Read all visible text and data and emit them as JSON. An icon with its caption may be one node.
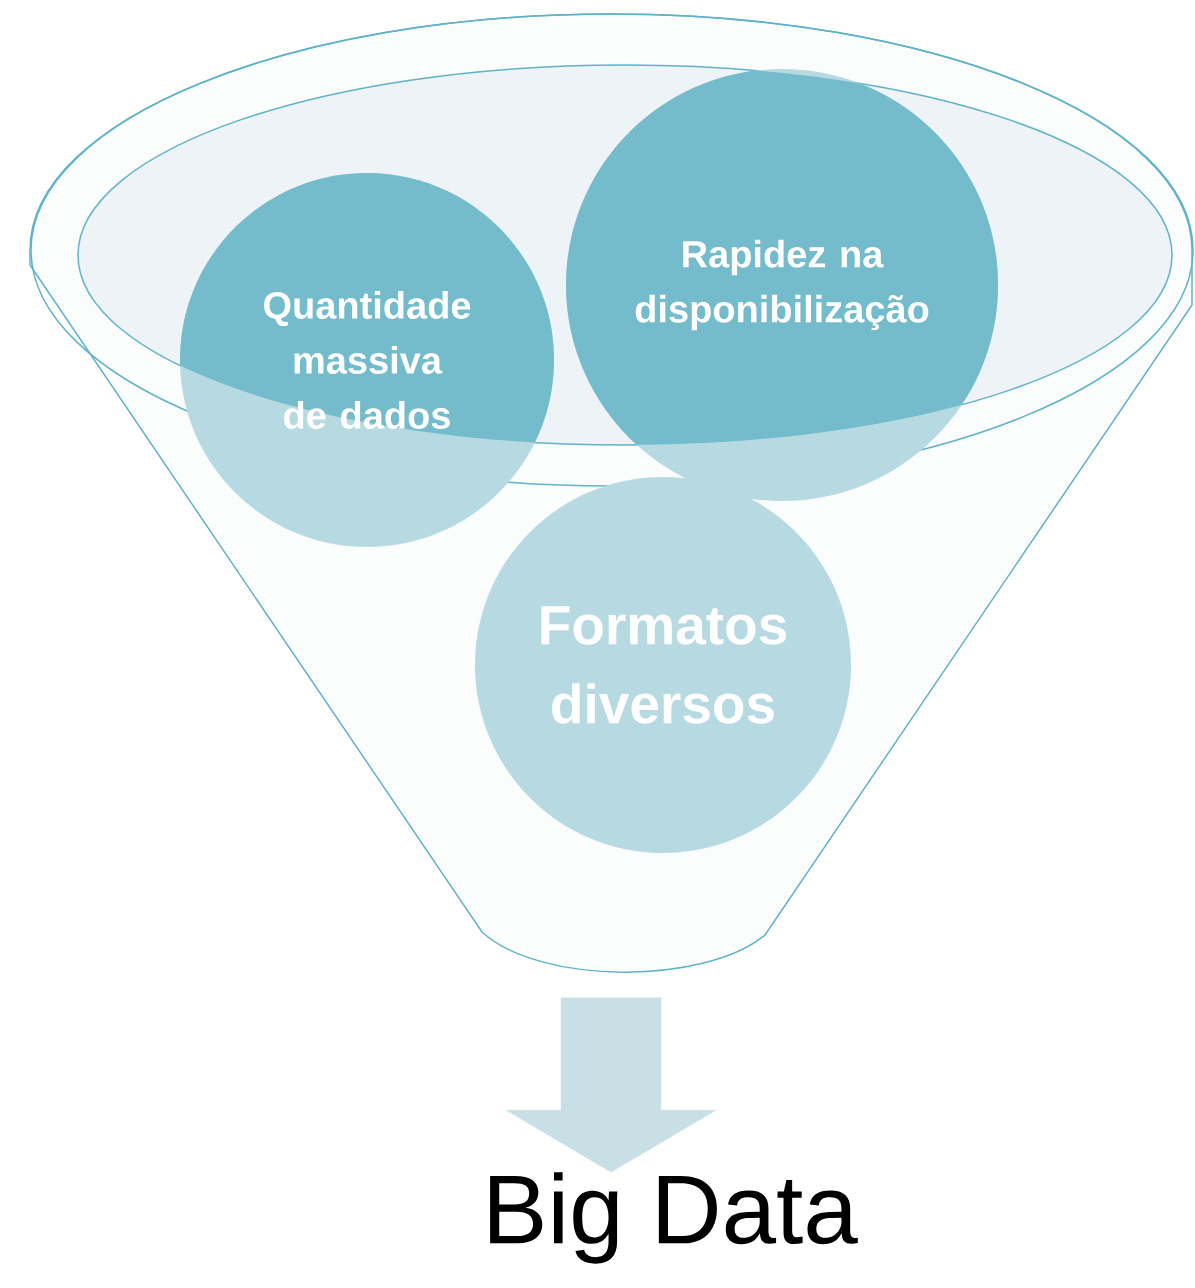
{
  "diagram": {
    "nodes": [
      {
        "text": [],
        "shape": "funnel"
      },
      {
        "text": [
          "Quantidade massiva de dados"
        ],
        "in": 0
      },
      {
        "text": [
          "Rapidez na disponibilização"
        ],
        "in": 0
      },
      {
        "text": [
          "Formatos diversos"
        ],
        "in": 0
      },
      {
        "text": [
          "Big Data"
        ]
      }
    ],
    "edges": [
      {
        "from": 0,
        "to": 4,
        "arrow": "to"
      }
    ]
  }
}
